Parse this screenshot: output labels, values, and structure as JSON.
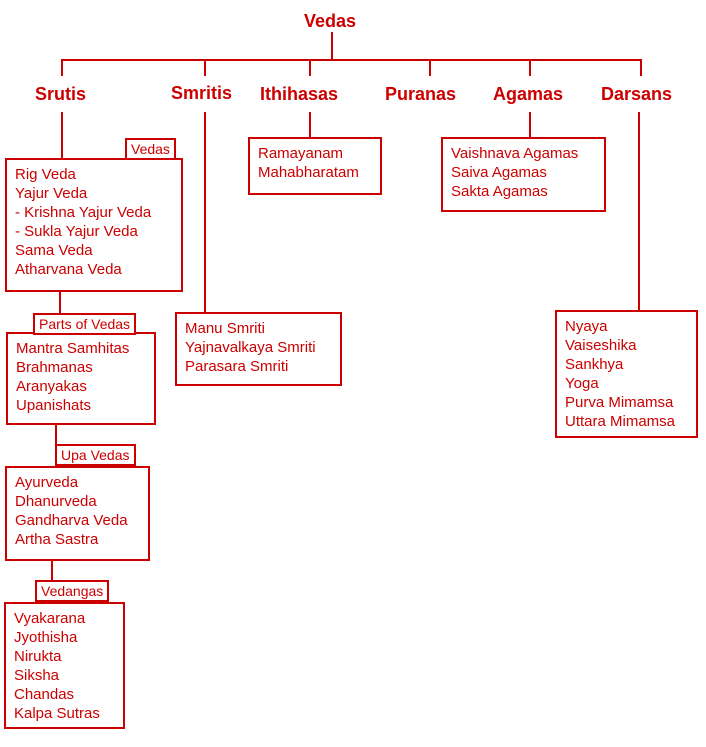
{
  "root": "Vedas",
  "categories": [
    "Srutis",
    "Smritis",
    "Ithihasas",
    "Puranas",
    "Agamas",
    "Darsans"
  ],
  "srutis": {
    "vedas": {
      "label": "Vedas",
      "items": [
        "Rig Veda",
        "Yajur Veda",
        "- Krishna Yajur Veda",
        "- Sukla Yajur Veda",
        "Sama Veda",
        "Atharvana Veda"
      ]
    },
    "parts": {
      "label": "Parts of Vedas",
      "items": [
        "Mantra Samhitas",
        "Brahmanas",
        "Aranyakas",
        "Upanishats"
      ]
    },
    "upavedas": {
      "label": "Upa Vedas",
      "items": [
        "Ayurveda",
        "Dhanurveda",
        "Gandharva Veda",
        "Artha Sastra"
      ]
    },
    "vedangas": {
      "label": "Vedangas",
      "items": [
        "Vyakarana",
        "Jyothisha",
        "Nirukta",
        "Siksha",
        "Chandas",
        "Kalpa Sutras"
      ]
    }
  },
  "smritis": {
    "items": [
      "Manu Smriti",
      "Yajnavalkaya Smriti",
      "Parasara Smriti"
    ]
  },
  "ithihasas": {
    "items": [
      "Ramayanam",
      "Mahabharatam"
    ]
  },
  "agamas": {
    "items": [
      "Vaishnava Agamas",
      "Saiva Agamas",
      "Sakta Agamas"
    ]
  },
  "darsans": {
    "items": [
      "Nyaya",
      "Vaiseshika",
      "Sankhya",
      "Yoga",
      "Purva Mimamsa",
      "Uttara Mimamsa"
    ]
  },
  "colors": {
    "line": "#cc0000",
    "text": "#cc0000",
    "background": "#ffffff"
  }
}
